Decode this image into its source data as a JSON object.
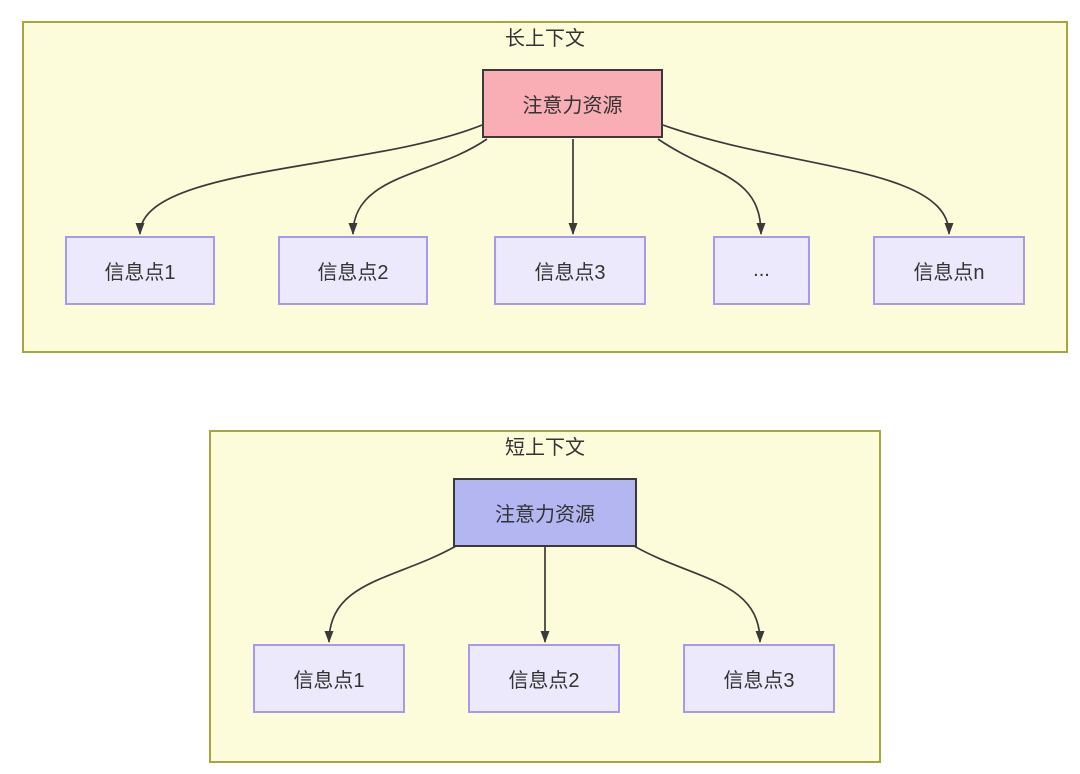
{
  "colors": {
    "page_bg": "#ffffff",
    "container_bg": "#fcfcdb",
    "container_border": "#a6a63f",
    "long_source_bg": "#f9adb4",
    "short_source_bg": "#b4b6f2",
    "source_border": "#3a3a3a",
    "info_bg": "#ebe9fb",
    "info_border": "#a69beb",
    "text": "#333333",
    "arrow": "#3a3a3a"
  },
  "long_context": {
    "title": "长上下文",
    "source": {
      "label": "注意力资源"
    },
    "targets": [
      {
        "label": "信息点1"
      },
      {
        "label": "信息点2"
      },
      {
        "label": "信息点3"
      },
      {
        "label": "..."
      },
      {
        "label": "信息点n"
      }
    ]
  },
  "short_context": {
    "title": "短上下文",
    "source": {
      "label": "注意力资源"
    },
    "targets": [
      {
        "label": "信息点1"
      },
      {
        "label": "信息点2"
      },
      {
        "label": "信息点3"
      }
    ]
  }
}
